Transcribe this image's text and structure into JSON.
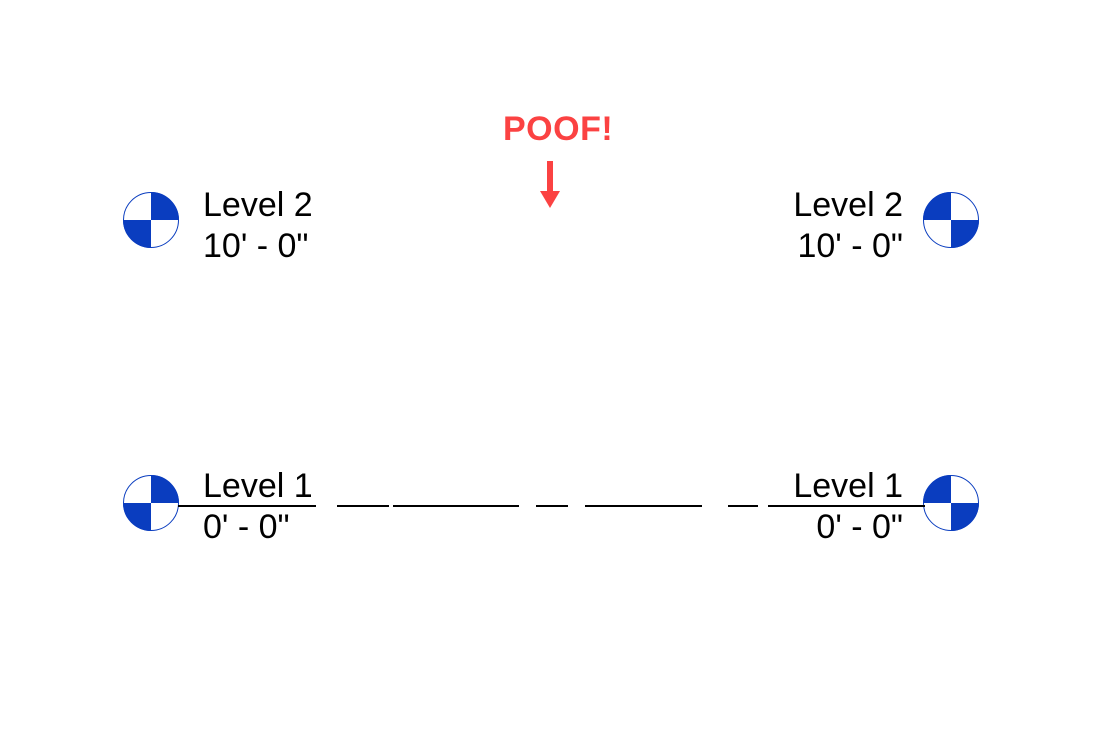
{
  "colors": {
    "marker_blue": "#0A3DBF",
    "annotation_red": "#FB4242",
    "line_black": "#000000",
    "background": "#FFFFFF"
  },
  "annotation": {
    "label": "POOF!",
    "arrow_icon": "down-arrow-icon",
    "color": "#FB4242"
  },
  "levels": [
    {
      "id": "level-2-left",
      "name": "Level 2",
      "elevation": "10' - 0\"",
      "side": "left",
      "marker_icon": "level-head-marker-icon",
      "has_datum_line": false
    },
    {
      "id": "level-2-right",
      "name": "Level 2",
      "elevation": "10' - 0\"",
      "side": "right",
      "marker_icon": "level-head-marker-icon",
      "has_datum_line": false
    },
    {
      "id": "level-1-left",
      "name": "Level 1",
      "elevation": "0' - 0\"",
      "side": "left",
      "marker_icon": "level-head-marker-icon",
      "has_datum_line": true
    },
    {
      "id": "level-1-right",
      "name": "Level 1",
      "elevation": "0' - 0\"",
      "side": "right",
      "marker_icon": "level-head-marker-icon",
      "has_datum_line": true
    }
  ]
}
